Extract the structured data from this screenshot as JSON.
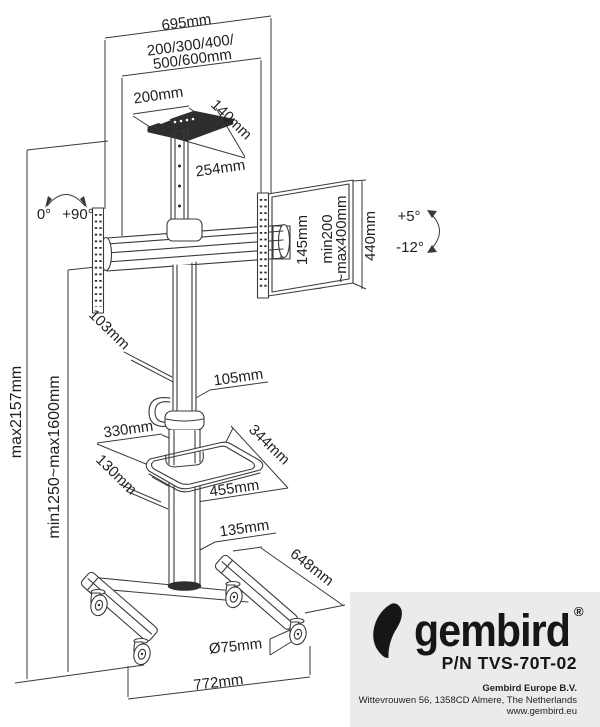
{
  "diagram": {
    "dims": {
      "total_width": "695mm",
      "vesa_width_line1": "200/300/400/",
      "vesa_width_line2": "500/600mm",
      "top_plate_width": "200mm",
      "top_plate_depth": "140mm",
      "top_plate_diagonal": "254mm",
      "swivel_min": "0°",
      "swivel_max": "+90°",
      "bracket_height": "145mm",
      "vesa_height_line1": "min200",
      "vesa_height_line2": "~max400mm",
      "bracket_total_height": "440mm",
      "tilt_up": "+5°",
      "tilt_down": "-12°",
      "max_total_height": "max2157mm",
      "column_height_range": "min1250~max1600mm",
      "column_offset": "103mm",
      "column_depth": "105mm",
      "shelf_back_width": "330mm",
      "shelf_depth": "344mm",
      "shelf_side": "130mm",
      "shelf_front_width": "455mm",
      "shelf_offset": "135mm",
      "base_depth": "648mm",
      "caster_diameter": "Ø75mm",
      "base_width": "772mm"
    },
    "brand": {
      "logo_text": "gembird",
      "registered": "®",
      "part_number": "P/N TVS-70T-02",
      "company": "Gembird Europe B.V.",
      "address": "Wittevrouwen 56, 1358CD Almere, The Netherlands",
      "website": "www.gembird.eu"
    },
    "colors": {
      "line": "#3a3a3a",
      "text": "#1f1f1f",
      "panel_bg": "#ebebeb"
    }
  }
}
